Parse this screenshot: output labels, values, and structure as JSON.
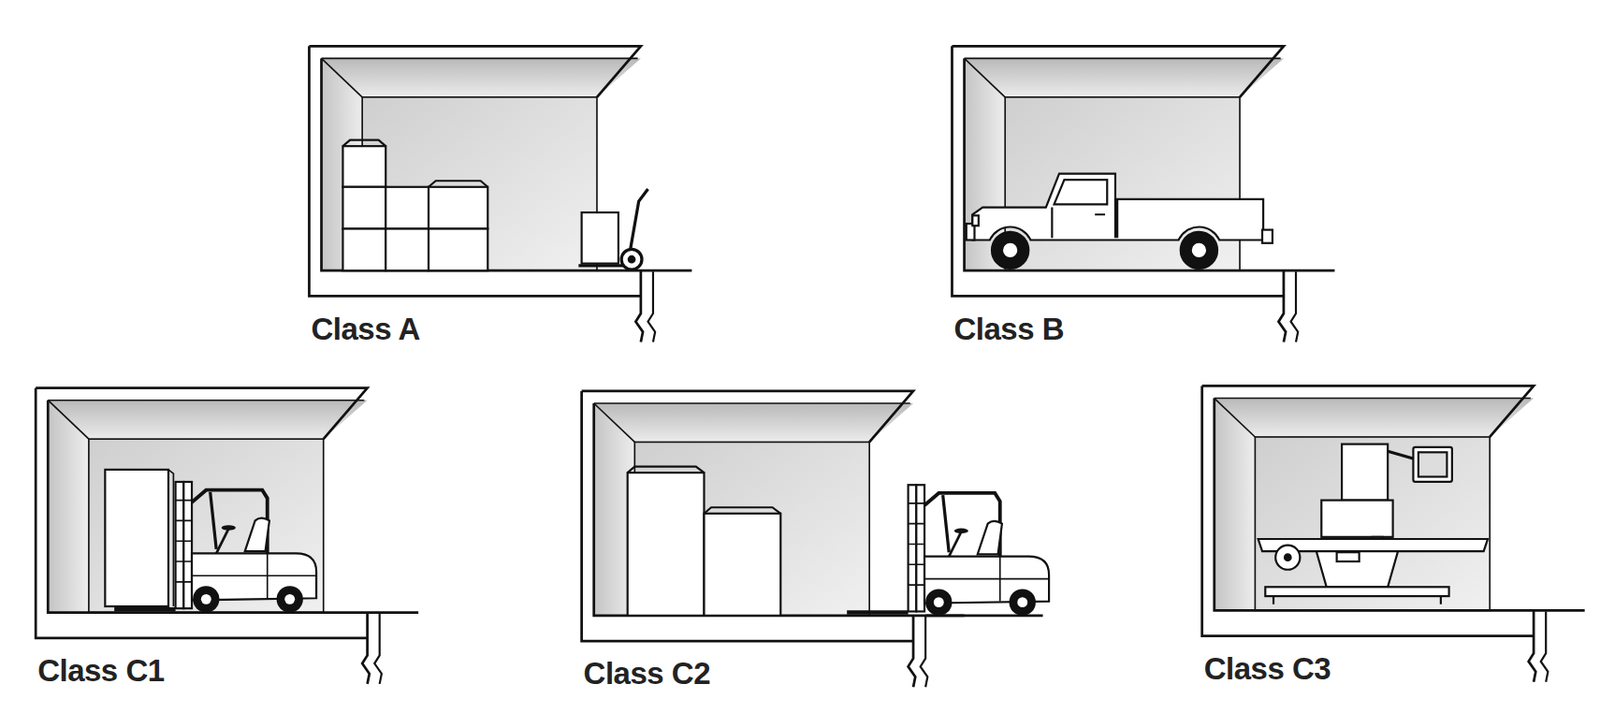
{
  "diagram": {
    "nodes": [
      {
        "text": [
          "Class A"
        ]
      },
      {
        "text": [
          "Class B"
        ]
      },
      {
        "text": [
          "Class C1"
        ]
      },
      {
        "text": [
          "Class C2"
        ]
      },
      {
        "text": [
          "Class C3"
        ]
      }
    ]
  }
}
